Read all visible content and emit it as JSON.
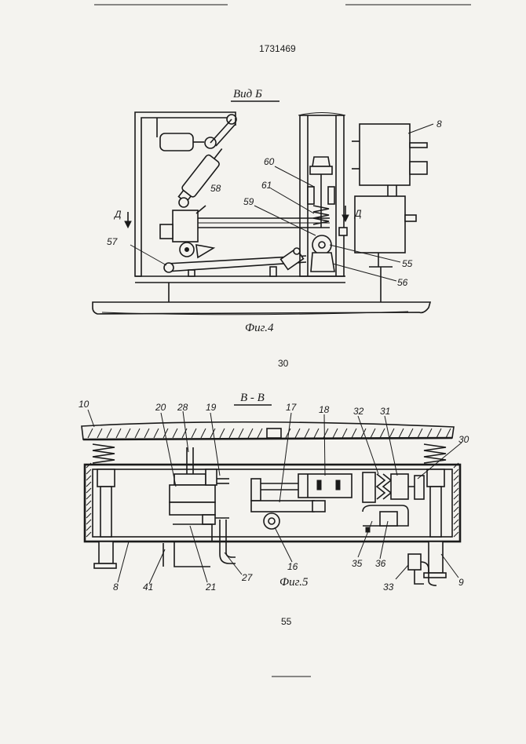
{
  "doc_number": "1731469",
  "page_left": "30",
  "page_bottom": "55",
  "fig4": {
    "view_title": "Вид Б",
    "caption": "Фиг.4",
    "section_mark": "Д",
    "labels": {
      "l8": "8",
      "l60": "60",
      "l61": "61",
      "l58": "58",
      "l59": "59",
      "l57": "57",
      "l55": "55",
      "l56": "56"
    }
  },
  "fig5": {
    "view_title": "В - В",
    "caption": "Фиг.5",
    "labels": {
      "l10": "10",
      "l20": "20",
      "l28": "28",
      "l19": "19",
      "l17": "17",
      "l18": "18",
      "l32": "32",
      "l31": "31",
      "l30": "30",
      "l8": "8",
      "l41": "41",
      "l21": "21",
      "l27": "27",
      "l16": "16",
      "l35": "35",
      "l36": "36",
      "l33": "33",
      "l9": "9"
    }
  }
}
